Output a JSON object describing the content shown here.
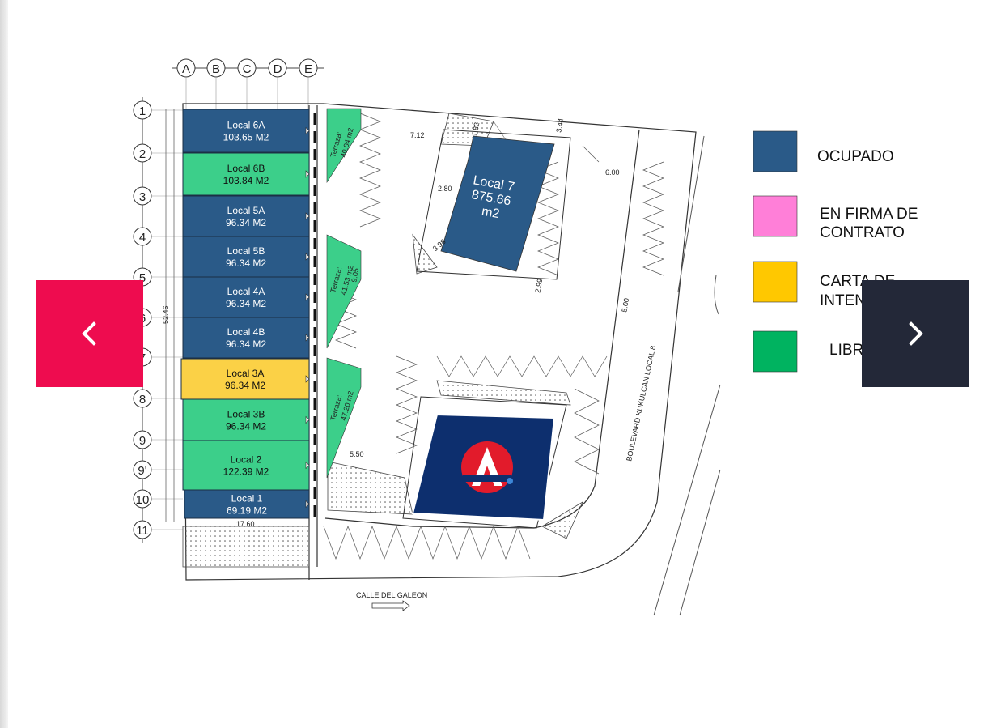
{
  "columns": [
    "A",
    "B",
    "C",
    "D",
    "E"
  ],
  "rows": [
    "1",
    "2",
    "3",
    "4",
    "5",
    "6",
    "7",
    "8",
    "9",
    "9'",
    "10",
    "11"
  ],
  "lots": [
    {
      "name": "Local 6A",
      "area": "103.65 M2",
      "status": "occupied"
    },
    {
      "name": "Local 6B",
      "area": "103.84 M2",
      "status": "free"
    },
    {
      "name": "Local 5A",
      "area": "96.34 M2",
      "status": "occupied"
    },
    {
      "name": "Local 5B",
      "area": "96.34 M2",
      "status": "occupied"
    },
    {
      "name": "Local 4A",
      "area": "96.34 M2",
      "status": "occupied"
    },
    {
      "name": "Local 4B",
      "area": "96.34 M2",
      "status": "occupied"
    },
    {
      "name": "Local 3A",
      "area": "96.34 M2",
      "status": "intent"
    },
    {
      "name": "Local 3B",
      "area": "96.34 M2",
      "status": "free"
    },
    {
      "name": "Local 2",
      "area": "122.39 M2",
      "status": "free"
    },
    {
      "name": "Local  1",
      "area": "69.19 M2",
      "status": "occupied"
    }
  ],
  "local7": {
    "line1": "Local 7",
    "line2": "875.66",
    "line3": "m2"
  },
  "terraces": [
    {
      "label": "Terraza:",
      "area": "40.04 m2"
    },
    {
      "label": "Terraza:",
      "area": "41.53 m2"
    },
    {
      "label": "Terraza:",
      "area": "47.20 m2"
    }
  ],
  "dimensions": [
    "7.12",
    "3.44",
    "6.00",
    "2.80",
    "1.82",
    "3.98",
    "9.05",
    "2.99",
    "5.00",
    "5.50",
    "17.60",
    "52.46"
  ],
  "street_bottom": "CALLE DEL GALEON",
  "street_side": "BOULEVARD KUKULCAN LOCAL 8",
  "legend": [
    {
      "label_line1": "OCUPADO",
      "label_line2": "",
      "color": "#2a5a88"
    },
    {
      "label_line1": "EN FIRMA DE",
      "label_line2": "CONTRATO",
      "color": "#ff7fd8"
    },
    {
      "label_line1": "CARTA DE",
      "label_line2": "INTEN",
      "color": "#ffc800"
    },
    {
      "label_line1": "LIBR",
      "label_line2": "",
      "color": "#00b360"
    }
  ],
  "colors": {
    "occupied": "#2a5a88",
    "free": "#3ccf8a",
    "intent": "#fbd146",
    "anchor": "#0d2f6e",
    "prev_button": "#ee0c4f",
    "next_button": "#232838"
  },
  "nav": {
    "prev_icon": "chevron-left-icon",
    "next_icon": "chevron-right-icon"
  }
}
